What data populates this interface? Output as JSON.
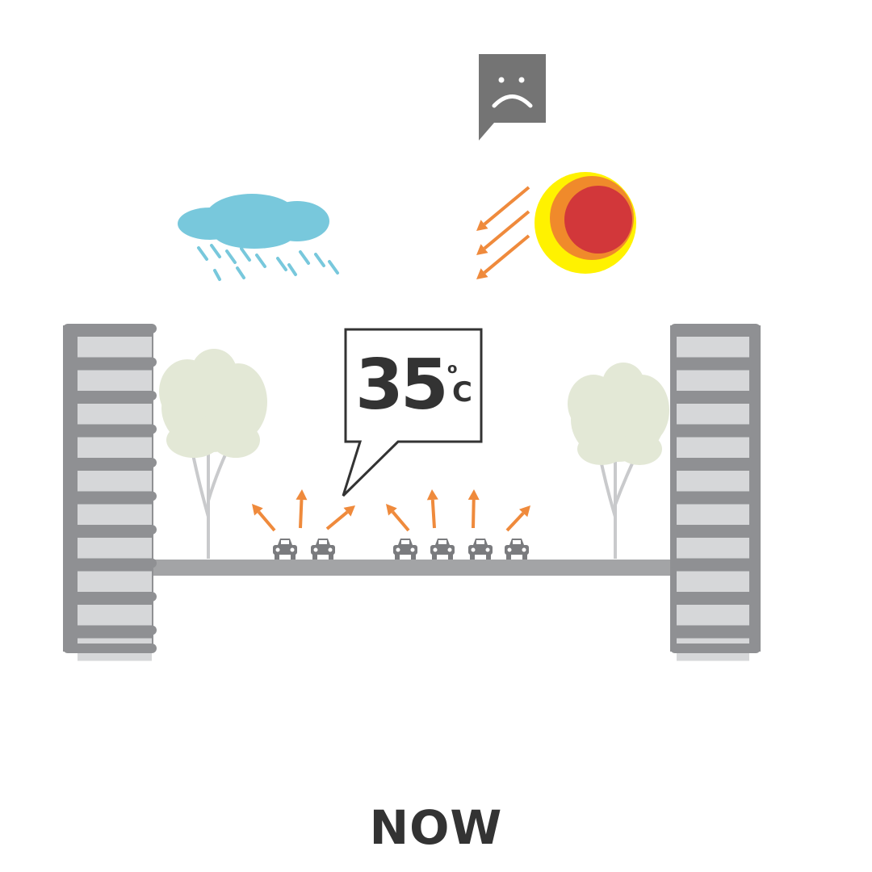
{
  "colors": {
    "building": "#8f9093",
    "floor_band": "#d6d7d9",
    "ground": "#a3a4a6",
    "tree_canopy": "#e3e8d6",
    "tree_trunk": "#c9cacc",
    "cloud": "#78c8dc",
    "rain": "#78c8dc",
    "sun_outer": "#fff200",
    "sun_middle": "#f08a2b",
    "sun_core": "#d2373a",
    "heat_arrow": "#ef8a3c",
    "car": "#7a7b7e",
    "bubble_border": "#333333",
    "text": "#333333",
    "sad_box": "#747474",
    "sad_face": "#ffffff"
  },
  "icons": {
    "mood": "sad-face-icon",
    "weather_rain": "rain-cloud-icon",
    "weather_sun": "sun-icon"
  },
  "temperature": {
    "value": "35",
    "degree": "o",
    "unit": "C"
  },
  "caption": "NOW"
}
